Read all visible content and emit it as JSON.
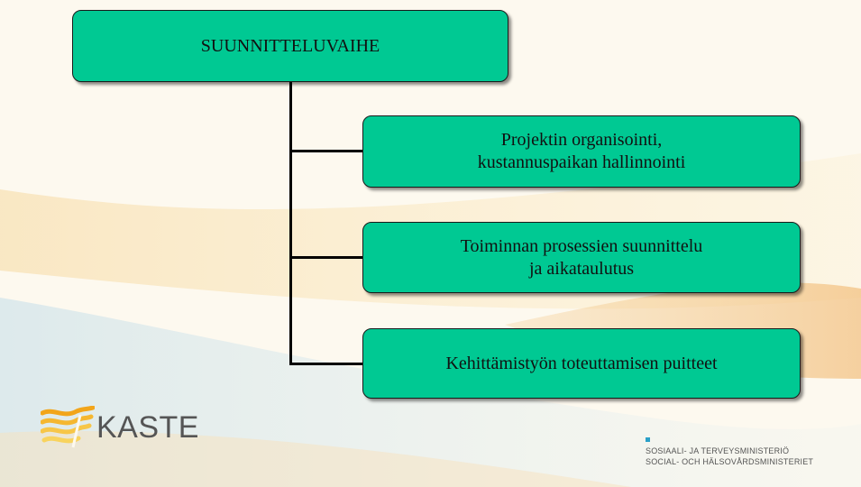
{
  "diagram": {
    "root": "SUUNNITTELUVAIHE",
    "children": [
      {
        "label": "Projektin organisointi,\n kustannuspaikan hallinnointi"
      },
      {
        "label": "Toiminnan prosessien suunnittelu\nja aikataulutus"
      },
      {
        "label": "Kehittämistyön toteuttamisen puitteet"
      }
    ]
  },
  "logo": {
    "text": "KASTE",
    "icon": "kaste-waves-logo-icon"
  },
  "ministry": {
    "line1": "SOSIAALI- JA TERVEYSMINISTERIÖ",
    "line2": "SOCIAL- OCH HÄLSOVÅRDSMINISTERIET"
  },
  "colors": {
    "box_fill": "#00c993",
    "background": "#fdf8ec",
    "connector": "#000000"
  }
}
